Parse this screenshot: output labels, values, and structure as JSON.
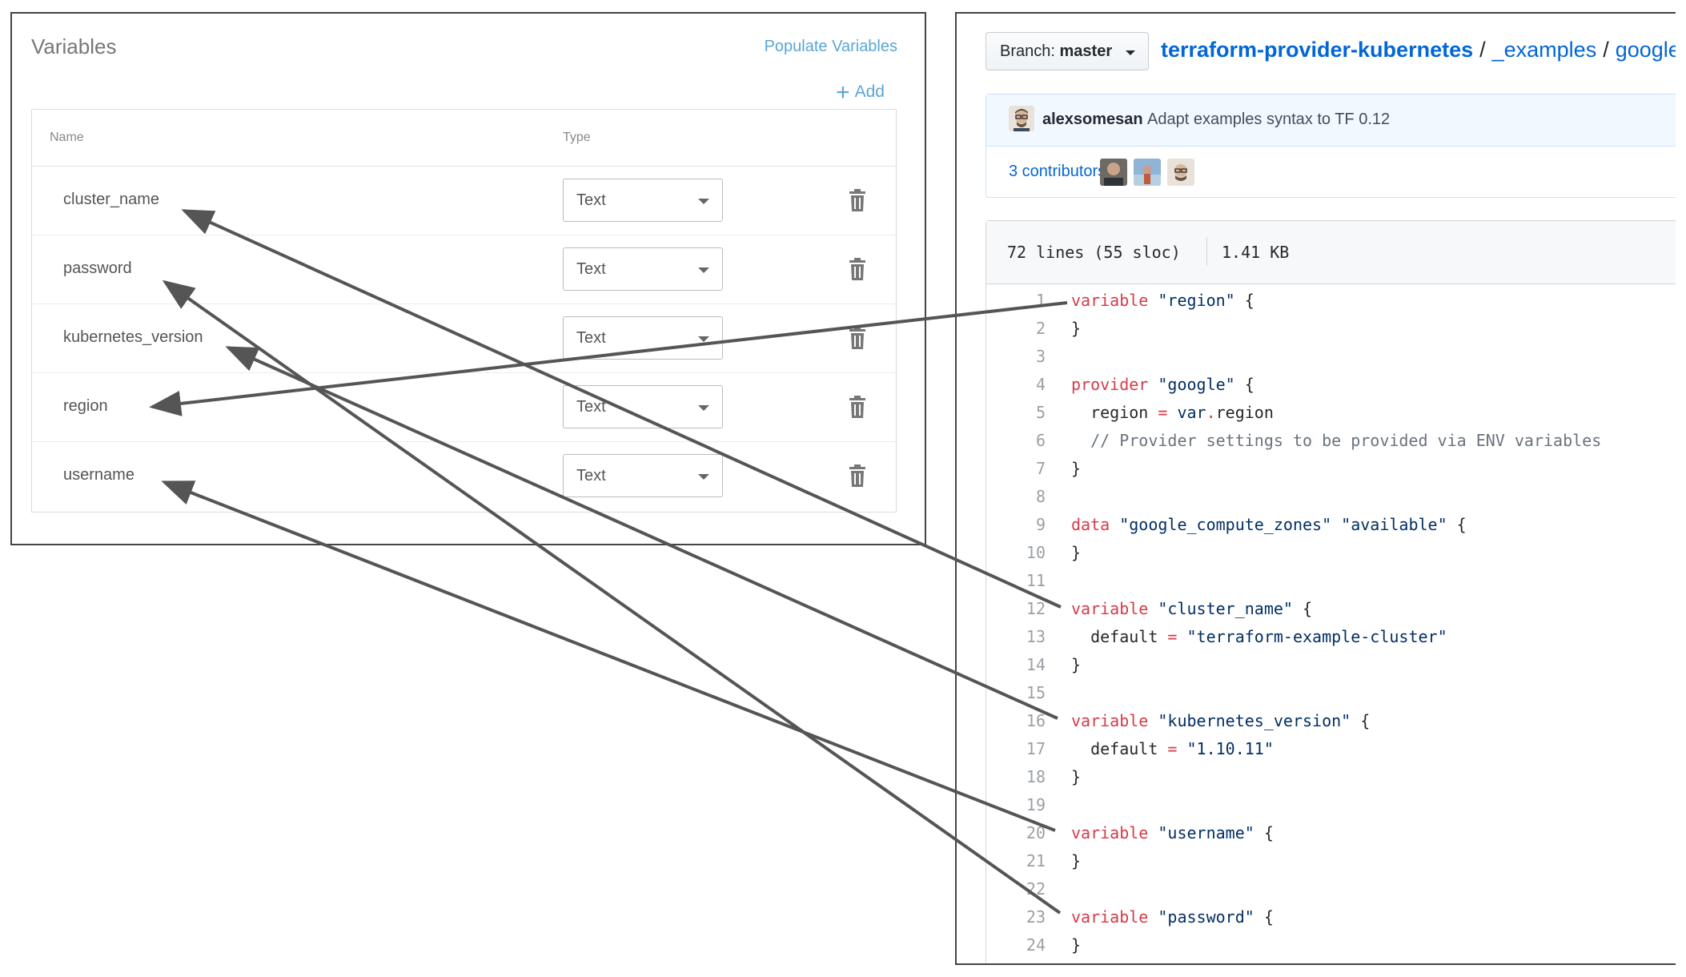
{
  "variables_panel": {
    "title": "Variables",
    "populate_label": "Populate Variables",
    "add_label": "Add",
    "columns": {
      "name": "Name",
      "type": "Type"
    },
    "rows": [
      {
        "name": "cluster_name",
        "type": "Text"
      },
      {
        "name": "password",
        "type": "Text"
      },
      {
        "name": "kubernetes_version",
        "type": "Text"
      },
      {
        "name": "region",
        "type": "Text"
      },
      {
        "name": "username",
        "type": "Text"
      }
    ]
  },
  "github": {
    "branch_prefix": "Branch:",
    "branch_name": "master",
    "breadcrumb": {
      "repo": "terraform-provider-kubernetes",
      "sep": "/",
      "folder": "_examples",
      "subfolder": "google"
    },
    "commit": {
      "author": "alexsomesan",
      "message": "Adapt examples syntax to TF 0.12"
    },
    "contributors_label": "3 contributors",
    "file_lines": "72 lines (55 sloc)",
    "file_size": "1.41 KB"
  },
  "colors": {
    "link": "#0366d6",
    "keyword": "#d73a49",
    "string": "#032f62",
    "accent": "#5aa6d6",
    "arrow": "#555555"
  },
  "icons": {
    "trash": "trash-icon",
    "add": "plus-icon",
    "dropdown": "chevron-down-icon"
  }
}
